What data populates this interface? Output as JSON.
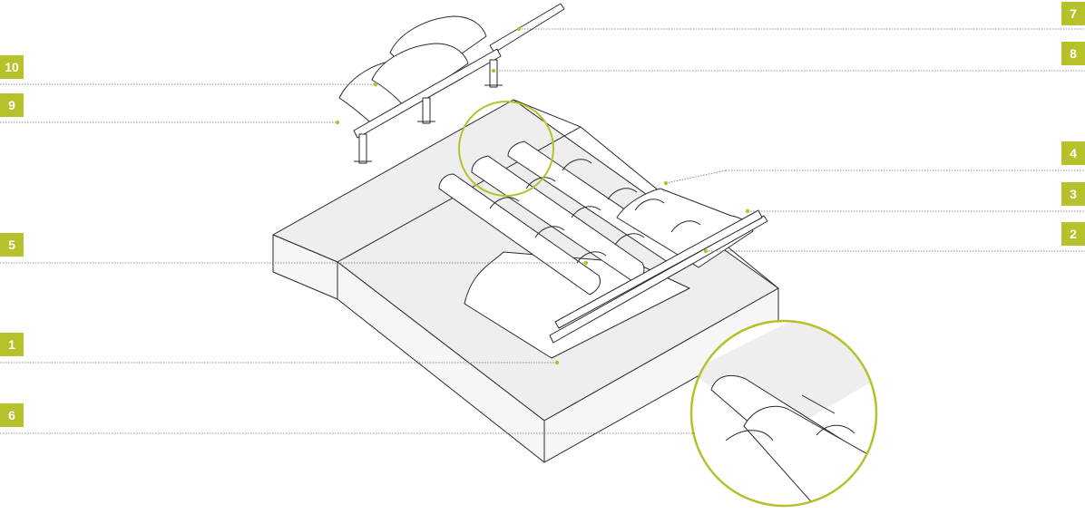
{
  "colors": {
    "accent": "#b6c12c",
    "slab_top": "#eeeeee",
    "slab_side": "#f6f6f6",
    "ink": "#2a2a2a",
    "leader": "#6b6b6b"
  },
  "callouts": [
    {
      "id": "b7",
      "label": "7"
    },
    {
      "id": "b8",
      "label": "8"
    },
    {
      "id": "b4",
      "label": "4"
    },
    {
      "id": "b3",
      "label": "3"
    },
    {
      "id": "b2",
      "label": "2"
    },
    {
      "id": "b10",
      "label": "10"
    },
    {
      "id": "b9",
      "label": "9"
    },
    {
      "id": "b5",
      "label": "5"
    },
    {
      "id": "b1",
      "label": "1"
    },
    {
      "id": "b6",
      "label": "6"
    }
  ]
}
